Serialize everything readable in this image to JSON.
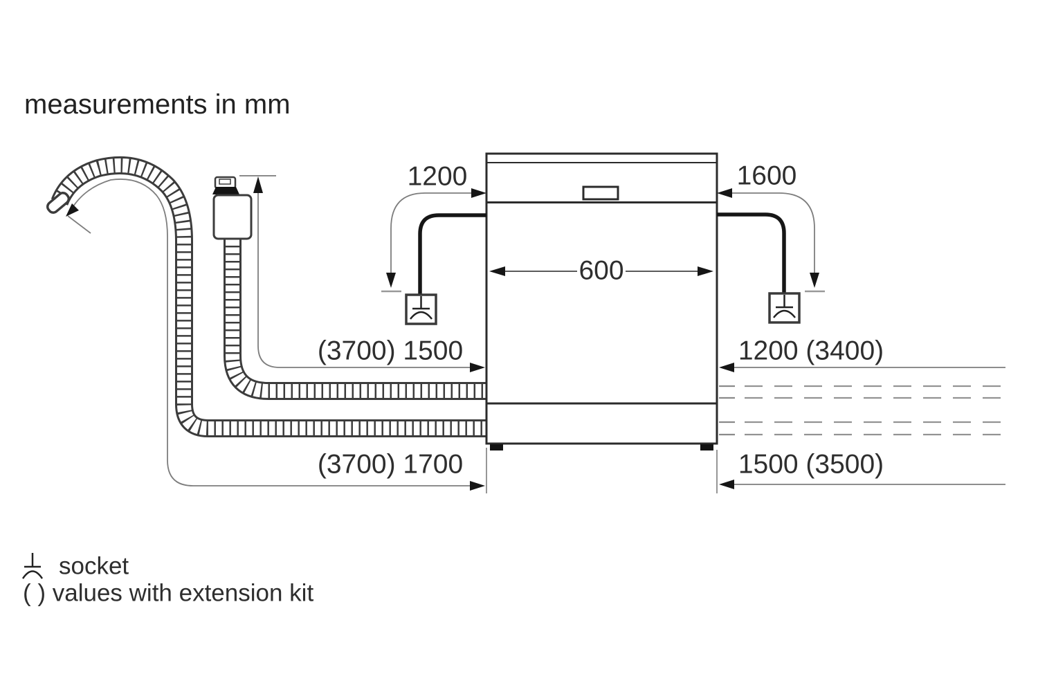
{
  "title": "measurements in mm",
  "dimensions": {
    "left_top_clearance": "1200",
    "right_top_clearance": "1600",
    "appliance_width": "600",
    "supply_hose_length": "(3700) 1500",
    "drain_hose_length": "(3700) 1700",
    "right_upper_length": "1200 (3400)",
    "right_lower_length": "1500 (3500)"
  },
  "legend": {
    "socket_label": "socket",
    "extension_note": "( ) values with extension kit",
    "symbol_icon": "socket-icon"
  },
  "colors": {
    "outline_dark": "#2b2b2b",
    "hose_dark": "#3c3c3c",
    "dimension_gray": "#7d7d7d",
    "dashed_gray": "#939393",
    "text": "#2e2e2e",
    "background": "#ffffff"
  }
}
